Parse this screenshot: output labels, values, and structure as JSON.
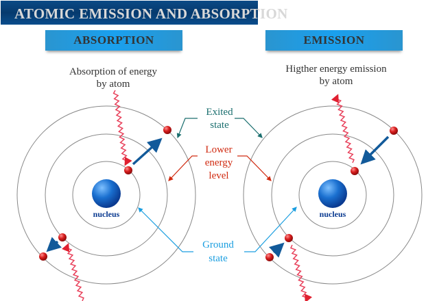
{
  "title": "ATOMIC EMISSION AND ABSORPTION",
  "absorption": {
    "heading": "ABSORPTION",
    "caption_line1": "Absorption of energy",
    "caption_line2": "by atom",
    "nucleus": "nucleus"
  },
  "emission": {
    "heading": "EMISSION",
    "caption_line1": "Higther energy emission",
    "caption_line2": "by atom",
    "nucleus": "nucleus"
  },
  "labels": {
    "excited": [
      "Exited",
      "state"
    ],
    "lower": [
      "Lower",
      "energy",
      "level"
    ],
    "ground": [
      "Ground",
      "state"
    ]
  },
  "colors": {
    "excited": "#1a6e6e",
    "lower": "#d02a10",
    "ground": "#1a9ee0",
    "photon": "#e8405a",
    "electron": "#d81e1e",
    "arrow": "#125a9a",
    "nucleus": "#1a70d0"
  }
}
